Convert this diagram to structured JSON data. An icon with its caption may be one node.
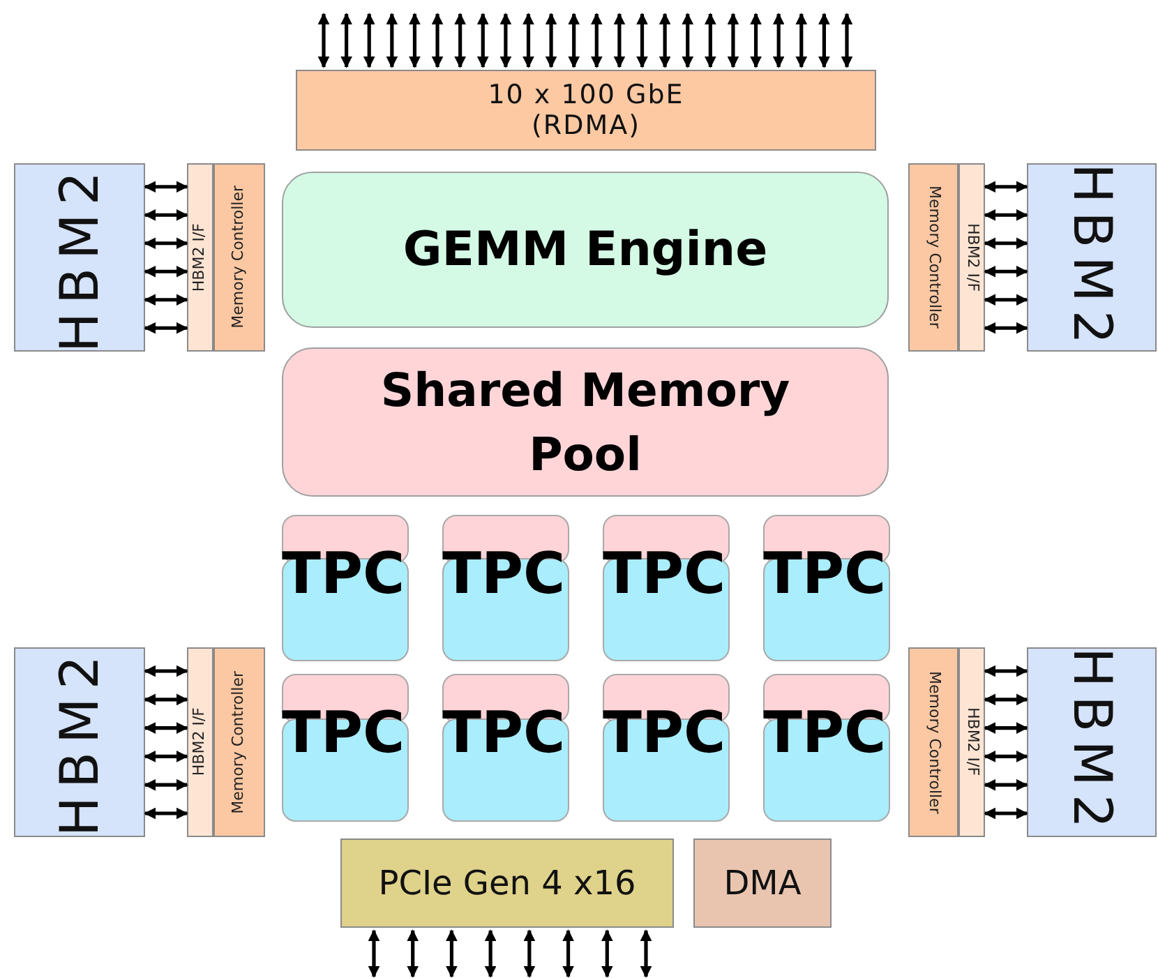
{
  "diagram": {
    "nodes": [
      {
        "text": [
          "10 x 100 GbE (RDMA)"
        ]
      },
      {
        "text": [
          "HBM2"
        ]
      },
      {
        "text": [
          "HBM2 I/F"
        ]
      },
      {
        "text": [
          "Memory Controller"
        ]
      },
      {
        "text": [
          "GEMM Engine"
        ]
      },
      {
        "text": [
          "Memory Controller"
        ]
      },
      {
        "text": [
          "HBM2 I/F"
        ]
      },
      {
        "text": [
          "HBM2"
        ]
      },
      {
        "text": [
          "Shared Memory Pool"
        ]
      },
      {
        "text": [
          "TPC"
        ]
      },
      {
        "text": [
          "TPC"
        ]
      },
      {
        "text": [
          "TPC"
        ]
      },
      {
        "text": [
          "TPC"
        ]
      },
      {
        "text": [
          "TPC"
        ]
      },
      {
        "text": [
          "TPC"
        ]
      },
      {
        "text": [
          "TPC"
        ]
      },
      {
        "text": [
          "TPC"
        ]
      },
      {
        "text": [
          "HBM2"
        ]
      },
      {
        "text": [
          "HBM2 I/F"
        ]
      },
      {
        "text": [
          "Memory Controller"
        ]
      },
      {
        "text": [
          "Memory Controller"
        ]
      },
      {
        "text": [
          "HBM2 I/F"
        ]
      },
      {
        "text": [
          "HBM2"
        ]
      },
      {
        "text": [
          "PCIe Gen 4 x16"
        ]
      },
      {
        "text": [
          "DMA"
        ]
      }
    ],
    "edges": [
      {
        "from": 1,
        "to": 2,
        "arrow": "both"
      },
      {
        "from": 1,
        "to": 2,
        "arrow": "both"
      },
      {
        "from": 1,
        "to": 2,
        "arrow": "both"
      },
      {
        "from": 1,
        "to": 2,
        "arrow": "both"
      },
      {
        "from": 1,
        "to": 2,
        "arrow": "both"
      },
      {
        "from": 1,
        "to": 2,
        "arrow": "both"
      },
      {
        "from": 6,
        "to": 7,
        "arrow": "both"
      },
      {
        "from": 6,
        "to": 7,
        "arrow": "both"
      },
      {
        "from": 6,
        "to": 7,
        "arrow": "both"
      },
      {
        "from": 6,
        "to": 7,
        "arrow": "both"
      },
      {
        "from": 6,
        "to": 7,
        "arrow": "both"
      },
      {
        "from": 6,
        "to": 7,
        "arrow": "both"
      },
      {
        "from": 17,
        "to": 18,
        "arrow": "both"
      },
      {
        "from": 17,
        "to": 18,
        "arrow": "both"
      },
      {
        "from": 17,
        "to": 18,
        "arrow": "both"
      },
      {
        "from": 17,
        "to": 18,
        "arrow": "both"
      },
      {
        "from": 17,
        "to": 18,
        "arrow": "both"
      },
      {
        "from": 17,
        "to": 18,
        "arrow": "both"
      },
      {
        "from": 21,
        "to": 22,
        "arrow": "both"
      },
      {
        "from": 21,
        "to": 22,
        "arrow": "both"
      },
      {
        "from": 21,
        "to": 22,
        "arrow": "both"
      },
      {
        "from": 21,
        "to": 22,
        "arrow": "both"
      },
      {
        "from": 21,
        "to": 22,
        "arrow": "both"
      },
      {
        "from": 21,
        "to": 22,
        "arrow": "both"
      },
      {
        "from": null,
        "to": 0,
        "arrow": "both"
      },
      {
        "from": null,
        "to": 0,
        "arrow": "both"
      },
      {
        "from": null,
        "to": 0,
        "arrow": "both"
      },
      {
        "from": null,
        "to": 0,
        "arrow": "both"
      },
      {
        "from": null,
        "to": 0,
        "arrow": "both"
      },
      {
        "from": null,
        "to": 0,
        "arrow": "both"
      },
      {
        "from": null,
        "to": 0,
        "arrow": "both"
      },
      {
        "from": null,
        "to": 0,
        "arrow": "both"
      },
      {
        "from": null,
        "to": 0,
        "arrow": "both"
      },
      {
        "from": null,
        "to": 0,
        "arrow": "both"
      },
      {
        "from": null,
        "to": 0,
        "arrow": "both"
      },
      {
        "from": null,
        "to": 0,
        "arrow": "both"
      },
      {
        "from": null,
        "to": 0,
        "arrow": "both"
      },
      {
        "from": null,
        "to": 0,
        "arrow": "both"
      },
      {
        "from": null,
        "to": 0,
        "arrow": "both"
      },
      {
        "from": null,
        "to": 0,
        "arrow": "both"
      },
      {
        "from": null,
        "to": 0,
        "arrow": "both"
      },
      {
        "from": null,
        "to": 0,
        "arrow": "both"
      },
      {
        "from": null,
        "to": 0,
        "arrow": "both"
      },
      {
        "from": null,
        "to": 0,
        "arrow": "both"
      },
      {
        "from": null,
        "to": 0,
        "arrow": "both"
      },
      {
        "from": null,
        "to": 0,
        "arrow": "both"
      },
      {
        "from": null,
        "to": 0,
        "arrow": "both"
      },
      {
        "from": null,
        "to": 0,
        "arrow": "both"
      },
      {
        "from": null,
        "to": 23,
        "arrow": "both"
      },
      {
        "from": null,
        "to": 23,
        "arrow": "both"
      },
      {
        "from": null,
        "to": 23,
        "arrow": "both"
      },
      {
        "from": null,
        "to": 23,
        "arrow": "both"
      },
      {
        "from": null,
        "to": 23,
        "arrow": "both"
      },
      {
        "from": null,
        "to": 23,
        "arrow": "both"
      },
      {
        "from": null,
        "to": 23,
        "arrow": "both"
      },
      {
        "from": null,
        "to": 23,
        "arrow": "both"
      }
    ]
  }
}
